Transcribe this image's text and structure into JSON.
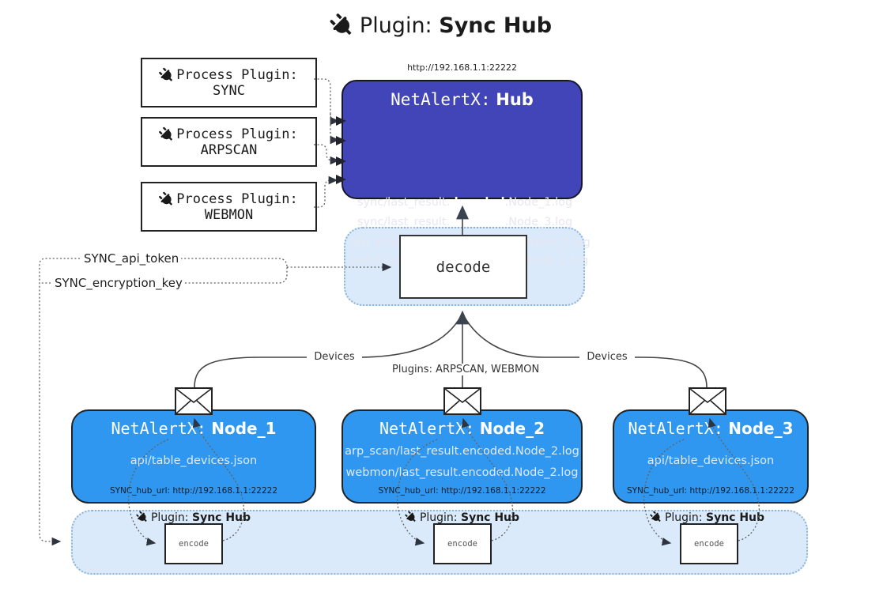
{
  "title": {
    "prefix": "Plugin:",
    "name": "Sync Hub"
  },
  "hub_url_label": "http://192.168.1.1:22222",
  "process_plugins": [
    {
      "label": "Process Plugin:",
      "name": "SYNC"
    },
    {
      "label": "Process Plugin:",
      "name": "ARPSCAN"
    },
    {
      "label": "Process Plugin:",
      "name": "WEBMON"
    }
  ],
  "hub": {
    "prefix": "NetAlertX:",
    "name": "Hub",
    "logs": [
      {
        "pre": "sync/last_result.",
        "bold": "decoded",
        "post": ".Node_1.log"
      },
      {
        "pre": "sync/last_result.",
        "bold": "decoded",
        "post": ".Node_3.log"
      },
      {
        "pre": "arp_scan/last_result.",
        "bold": "decoded",
        "post": ".Node_2.log"
      },
      {
        "pre": "webmon/last_result.",
        "bold": "decoded",
        "post": ".Node_2.log"
      }
    ]
  },
  "decode_label": "decode",
  "config": {
    "api_token": "SYNC_api_token",
    "encryption_key": "SYNC_encryption_key"
  },
  "edge_labels": {
    "devices_left": "Devices",
    "devices_right": "Devices",
    "plugins_mid": "Plugins: ARPSCAN, WEBMON"
  },
  "nodes": [
    {
      "prefix": "NetAlertX:",
      "name": "Node_1",
      "files": [
        "api/table_devices.json"
      ],
      "hub_url": "SYNC_hub_url: http://192.168.1.1:22222"
    },
    {
      "prefix": "NetAlertX:",
      "name": "Node_2",
      "files": [
        "arp_scan/last_result.encoded.Node_2.log",
        "webmon/last_result.encoded.Node_2.log"
      ],
      "hub_url": "SYNC_hub_url: http://192.168.1.1:22222"
    },
    {
      "prefix": "NetAlertX:",
      "name": "Node_3",
      "files": [
        "api/table_devices.json"
      ],
      "hub_url": "SYNC_hub_url: http://192.168.1.1:22222"
    }
  ],
  "encoders": [
    {
      "plugin_prefix": "Plugin:",
      "plugin_name": "Sync Hub",
      "label": "encode"
    },
    {
      "plugin_prefix": "Plugin:",
      "plugin_name": "Sync Hub",
      "label": "encode"
    },
    {
      "plugin_prefix": "Plugin:",
      "plugin_name": "Sync Hub",
      "label": "encode"
    }
  ],
  "colors": {
    "hub-fill": "#4245b8",
    "node-fill": "#2f97f0",
    "panel-fill": "#daeafa",
    "panel-border": "#8fb3d4"
  }
}
